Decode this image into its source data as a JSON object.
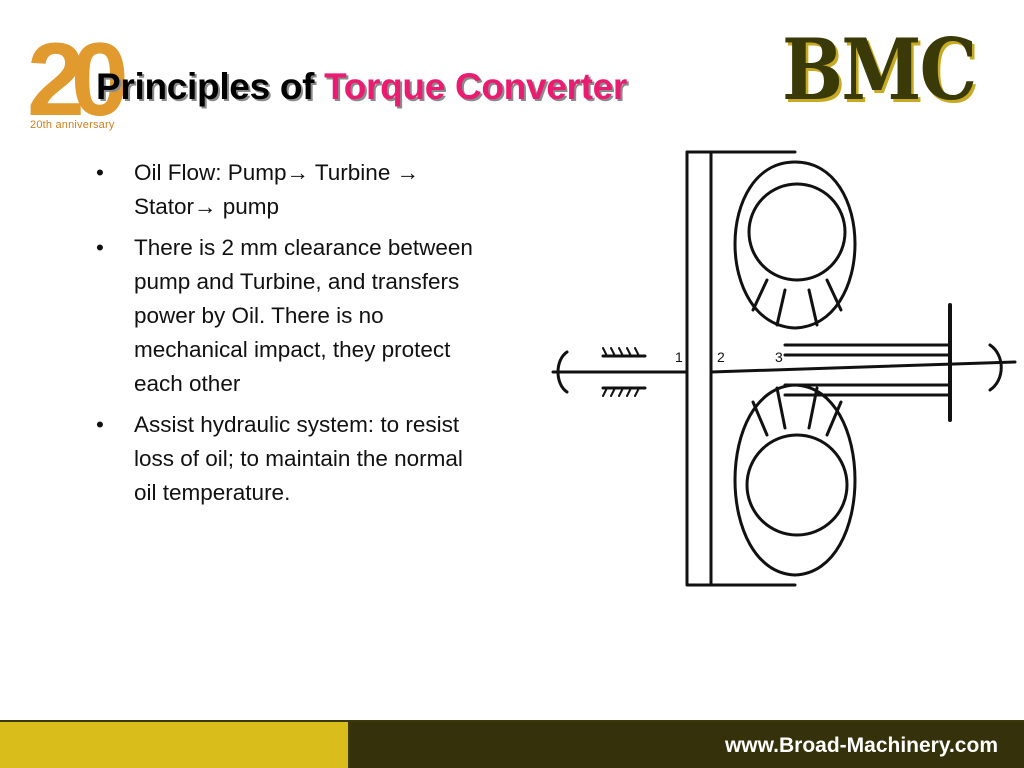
{
  "logo": {
    "number": "20",
    "caption": "20th anniversary",
    "color": "#e09a2e"
  },
  "title": {
    "part1": "Principles of ",
    "part2": "Torque Converter",
    "accent_color": "#ec1b72"
  },
  "brand": {
    "text": "BMC",
    "color": "#3a3a08",
    "shadow_color": "#c7a922"
  },
  "bullets": [
    {
      "marker": "•",
      "text": "Oil Flow: Pump→ Turbine → Stator→ pump"
    },
    {
      "marker": "•",
      "text": "There is 2 mm clearance between pump and Turbine, and transfers power by Oil. There is no mechanical impact, they protect each other"
    },
    {
      "marker": "•",
      "text": "Assist hydraulic system: to resist loss of oil; to maintain the normal oil temperature."
    }
  ],
  "diagram": {
    "labels": [
      "1",
      "2",
      "3"
    ]
  },
  "footer": {
    "url": "www.Broad-Machinery.com",
    "left_color": "#d9bd1a",
    "right_color": "#35310a"
  }
}
